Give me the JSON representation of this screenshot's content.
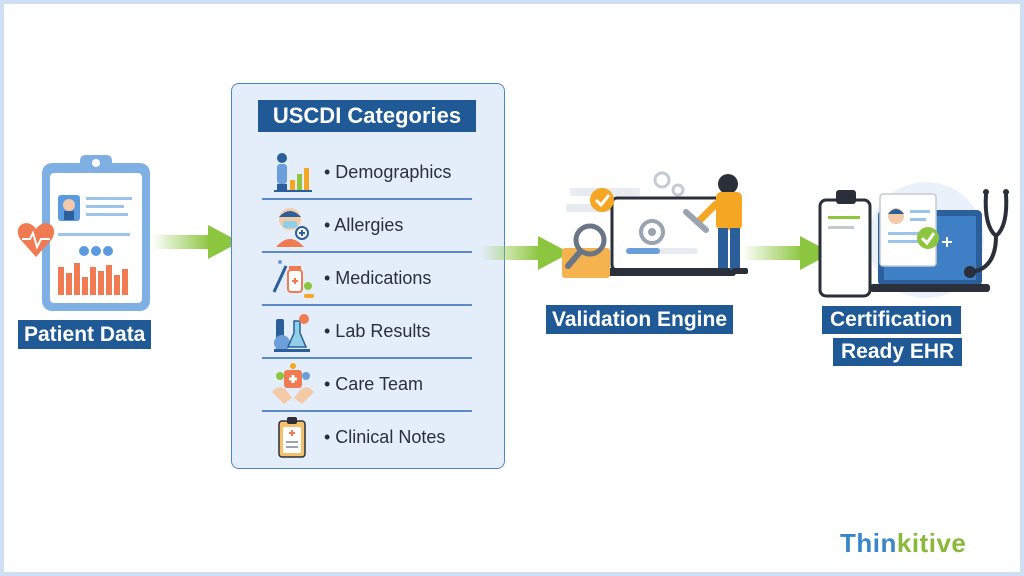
{
  "patient": {
    "label": "Patient Data"
  },
  "panel": {
    "title": "USCDI Categories",
    "items": [
      {
        "label": "• Demographics",
        "icon": "demographics-icon"
      },
      {
        "label": "• Allergies",
        "icon": "allergies-icon"
      },
      {
        "label": "• Medications",
        "icon": "medications-icon"
      },
      {
        "label": "• Lab Results",
        "icon": "lab-results-icon"
      },
      {
        "label": "• Care Team",
        "icon": "care-team-icon"
      },
      {
        "label": "• Clinical Notes",
        "icon": "clinical-notes-icon"
      }
    ]
  },
  "validation": {
    "label": "Validation Engine"
  },
  "certification": {
    "line1": "Certification",
    "line2": "Ready EHR"
  },
  "brand": {
    "part1": "Thin",
    "part2": "kitive"
  },
  "colors": {
    "primary": "#1f5a96",
    "arrow": "#8cc63f",
    "panel_bg": "#e4eefb",
    "accent_orange": "#f5a623",
    "chart_orange": "#f07b52"
  }
}
